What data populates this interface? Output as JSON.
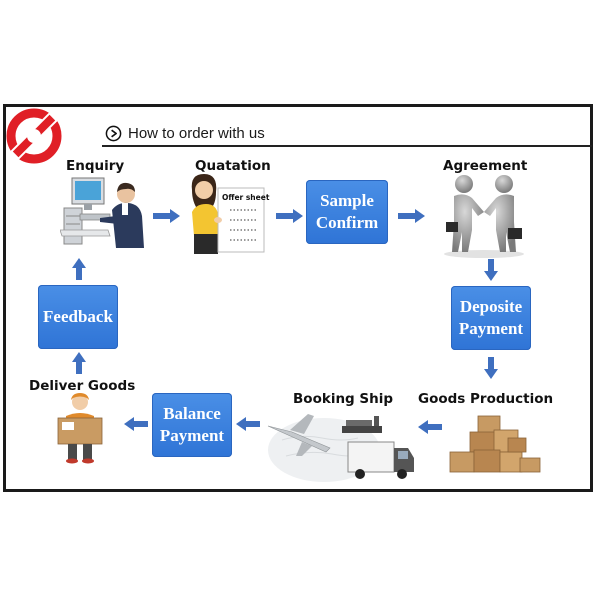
{
  "header": {
    "title": "How to order with us"
  },
  "steps": {
    "enquiry": "Enquiry",
    "quatation": "Quatation",
    "offer_sheet": "Offer sheet",
    "agreement": "Agreement",
    "sample_confirm": {
      "line1": "Sample",
      "line2": "Confirm"
    },
    "deposite_payment": {
      "line1": "Deposite",
      "line2": "Payment"
    },
    "goods_production": "Goods Production",
    "booking_ship": "Booking Ship",
    "balance_payment": {
      "line1": "Balance",
      "line2": "Payment"
    },
    "deliver_goods": "Deliver Goods",
    "feedback": "Feedback"
  },
  "colors": {
    "box": "#3a82e0",
    "arrow": "#3f6fbf",
    "logo": "#e01f26"
  },
  "icons": [
    "logo-icon",
    "play-circle-icon",
    "computer-user-icon",
    "woman-with-paper-icon",
    "handshake-icon",
    "boxes-icon",
    "ship-plane-truck-icon",
    "delivery-man-icon"
  ]
}
